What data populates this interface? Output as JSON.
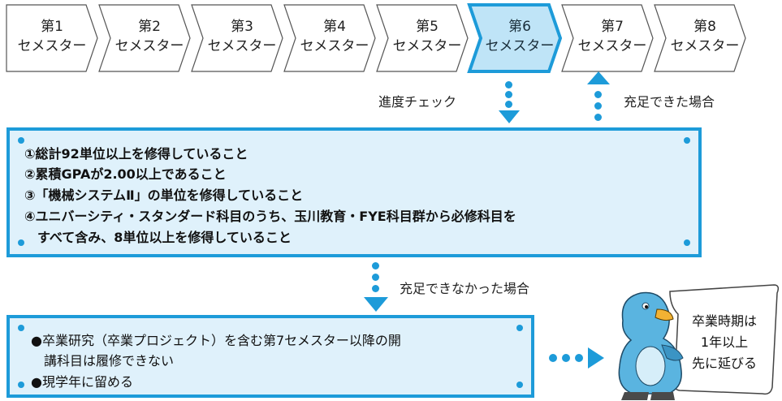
{
  "semesters": [
    {
      "number": "第1",
      "label": "セメスター"
    },
    {
      "number": "第2",
      "label": "セメスター"
    },
    {
      "number": "第3",
      "label": "セメスター"
    },
    {
      "number": "第4",
      "label": "セメスター"
    },
    {
      "number": "第5",
      "label": "セメスター"
    },
    {
      "number": "第6",
      "label": "セメスター"
    },
    {
      "number": "第7",
      "label": "セメスター"
    },
    {
      "number": "第8",
      "label": "セメスター"
    }
  ],
  "active_semester_index": 5,
  "flow": {
    "progress_check": "進度チェック",
    "satisfied": "充足できた場合",
    "not_satisfied": "充足できなかった場合"
  },
  "conditions": [
    "①総計92単位以上を修得していること",
    "②累積GPAが2.00以上であること",
    "③「機械システムⅡ」の単位を修得していること",
    "④ユニバーシティ・スタンダード科目のうち、玉川教育・FYE科目群から必修科目を",
    "　すべて含み、8単位以上を修得していること"
  ],
  "result": {
    "line1": "●卒業研究（卒業プロジェクト）を含む第7セメスター以降の開",
    "line2": "　講科目は履修できない",
    "line3": "●現学年に留める"
  },
  "sign": {
    "line1": "卒業時期は",
    "line2": "1年以上",
    "line3": "先に延びる"
  },
  "colors": {
    "accent": "#1d9bd9",
    "box_fill": "#dff1fb",
    "active_fill": "#bfe4f7"
  }
}
